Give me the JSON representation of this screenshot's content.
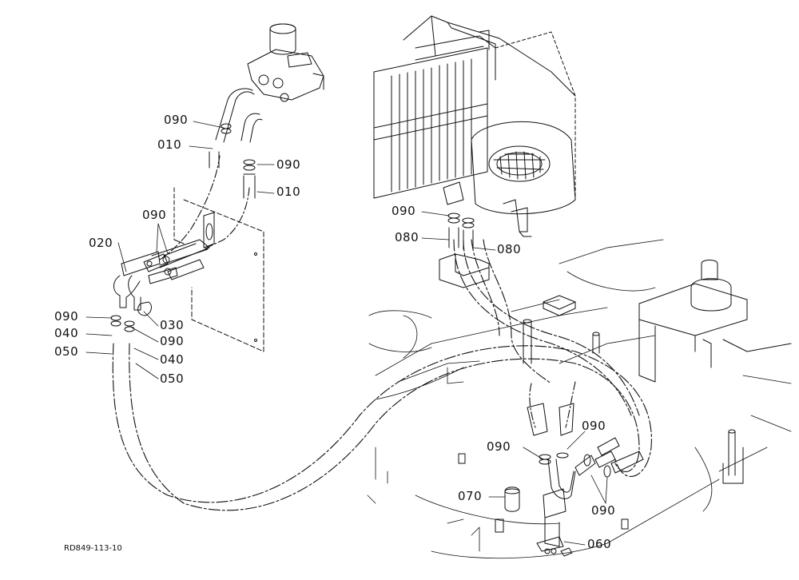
{
  "drawing_code": "RD849-113-10",
  "part_labels": {
    "p010_a": "010",
    "p010_b": "010",
    "p020": "020",
    "p030": "030",
    "p040_a": "040",
    "p040_b": "040",
    "p050_a": "050",
    "p050_b": "050",
    "p060": "060",
    "p070": "070",
    "p080_a": "080",
    "p080_b": "080",
    "p090_a": "090",
    "p090_b": "090",
    "p090_c": "090",
    "p090_d": "090",
    "p090_e": "090",
    "p090_f": "090",
    "p090_g": "090",
    "p090_h": "090",
    "p090_i": "090"
  },
  "colors": {
    "ink": "#111111",
    "paper": "#ffffff"
  }
}
